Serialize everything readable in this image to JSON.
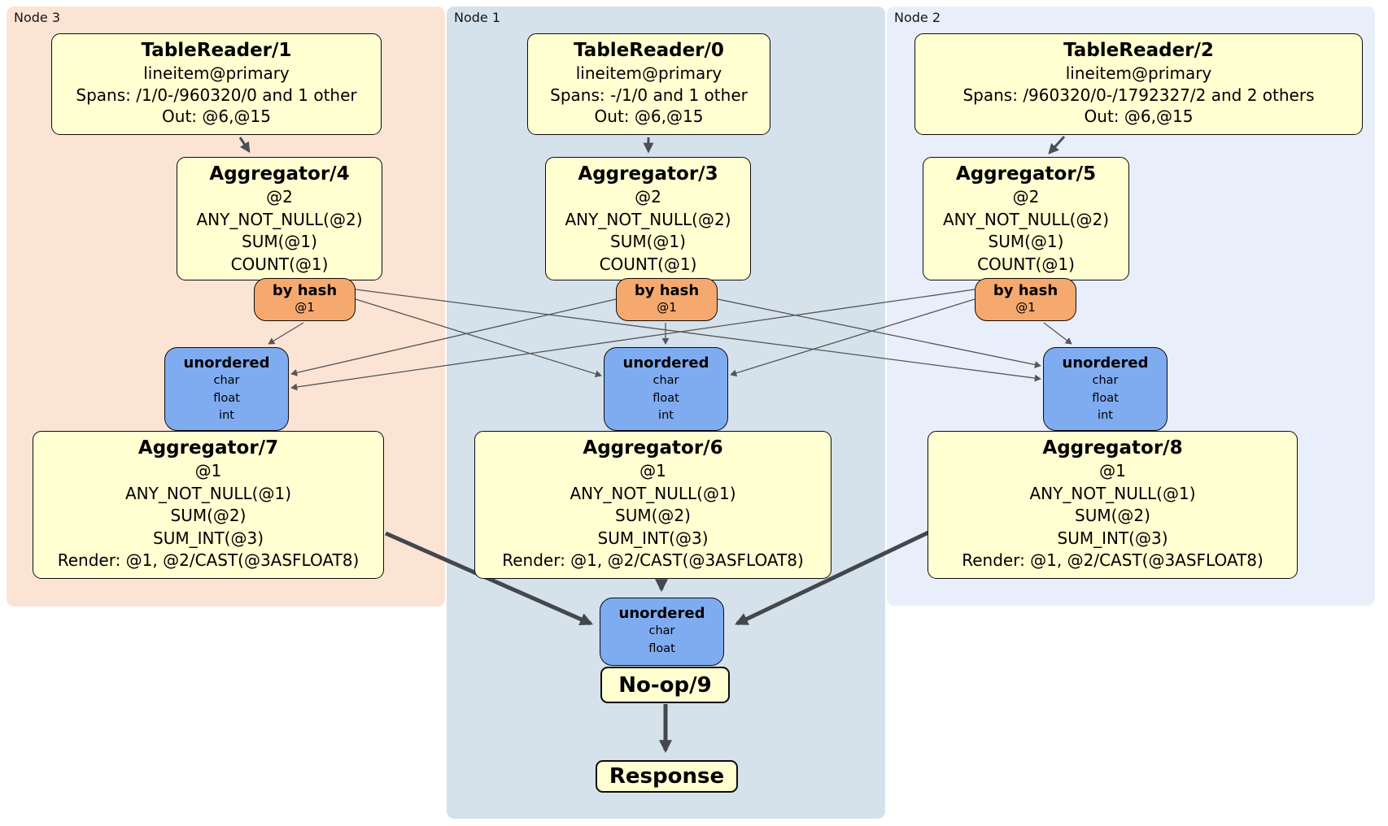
{
  "nodes": [
    {
      "label": "Node 3",
      "color": "#fce4d5"
    },
    {
      "label": "Node 1",
      "color": "#d5e2ec"
    },
    {
      "label": "Node 2",
      "color": "#e9effa"
    }
  ],
  "boxes": {
    "tr1": {
      "title": "TableReader/1",
      "lines": [
        "lineitem@primary",
        "Spans: /1/0-/960320/0 and 1 other",
        "Out: @6,@15"
      ]
    },
    "tr0": {
      "title": "TableReader/0",
      "lines": [
        "lineitem@primary",
        "Spans: -/1/0 and 1 other",
        "Out: @6,@15"
      ]
    },
    "tr2": {
      "title": "TableReader/2",
      "lines": [
        "lineitem@primary",
        "Spans: /960320/0-/1792327/2 and 2 others",
        "Out: @6,@15"
      ]
    },
    "agg4": {
      "title": "Aggregator/4",
      "lines": [
        "@2",
        "ANY_NOT_NULL(@2)",
        "SUM(@1)",
        "COUNT(@1)"
      ]
    },
    "agg3": {
      "title": "Aggregator/3",
      "lines": [
        "@2",
        "ANY_NOT_NULL(@2)",
        "SUM(@1)",
        "COUNT(@1)"
      ]
    },
    "agg5": {
      "title": "Aggregator/5",
      "lines": [
        "@2",
        "ANY_NOT_NULL(@2)",
        "SUM(@1)",
        "COUNT(@1)"
      ]
    },
    "agg7": {
      "title": "Aggregator/7",
      "lines": [
        "@1",
        "ANY_NOT_NULL(@1)",
        "SUM(@2)",
        "SUM_INT(@3)",
        "Render: @1, @2/CAST(@3ASFLOAT8)"
      ]
    },
    "agg6": {
      "title": "Aggregator/6",
      "lines": [
        "@1",
        "ANY_NOT_NULL(@1)",
        "SUM(@2)",
        "SUM_INT(@3)",
        "Render: @1, @2/CAST(@3ASFLOAT8)"
      ]
    },
    "agg8": {
      "title": "Aggregator/8",
      "lines": [
        "@1",
        "ANY_NOT_NULL(@1)",
        "SUM(@2)",
        "SUM_INT(@3)",
        "Render: @1, @2/CAST(@3ASFLOAT8)"
      ]
    },
    "bh4": {
      "title": "by hash",
      "key": "@1"
    },
    "bh3": {
      "title": "by hash",
      "key": "@1"
    },
    "bh5": {
      "title": "by hash",
      "key": "@1"
    },
    "un3": {
      "title": "unordered",
      "streams": [
        "char",
        "float",
        "int"
      ]
    },
    "un1": {
      "title": "unordered",
      "streams": [
        "char",
        "float",
        "int"
      ]
    },
    "un2": {
      "title": "unordered",
      "streams": [
        "char",
        "float",
        "int"
      ]
    },
    "unf": {
      "title": "unordered",
      "streams": [
        "char",
        "float"
      ]
    },
    "noop": {
      "title": "No-op/9"
    },
    "response": {
      "title": "Response"
    }
  },
  "colors": {
    "processor_fill": "#ffffd1",
    "router_fill": "#f6a96f",
    "sync_fill": "#7fabf1",
    "edge_thin": "#555555",
    "edge_thick": "#44474b",
    "border": "#0c0c0c"
  }
}
